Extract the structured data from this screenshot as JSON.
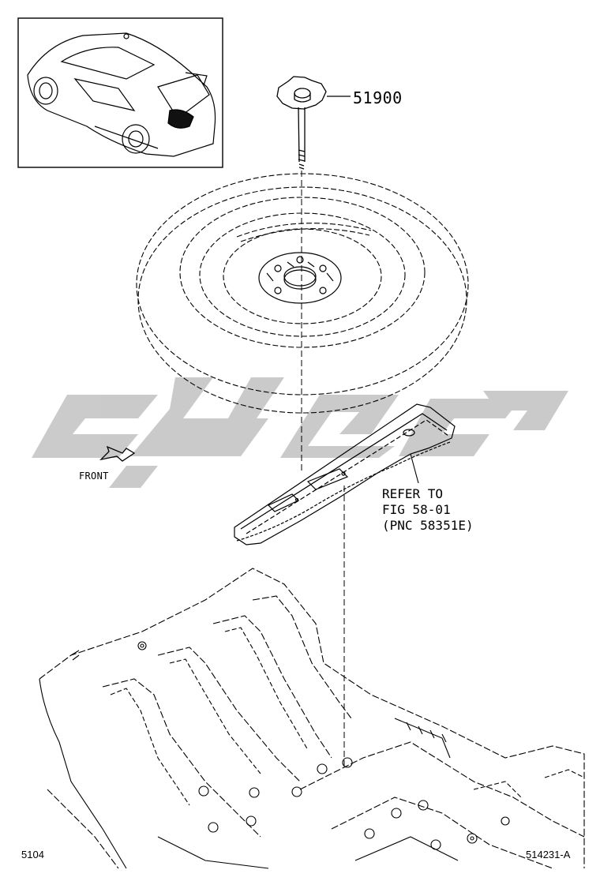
{
  "callouts": {
    "part_number": "51900",
    "refer_line_1": "REFER TO",
    "refer_line_2": "FIG 58-01",
    "refer_line_3": "(PNC 58351E)"
  },
  "orientation": {
    "front_label": "FRONT"
  },
  "footer": {
    "page_code": "5104",
    "illustration_code": "514231-A"
  },
  "colors": {
    "line": "#000000",
    "watermark": "#c8c8c8",
    "background": "#ffffff"
  },
  "icons": {
    "front_arrow": "arrow-icon",
    "hold_down_bolt": "bolt-icon"
  }
}
